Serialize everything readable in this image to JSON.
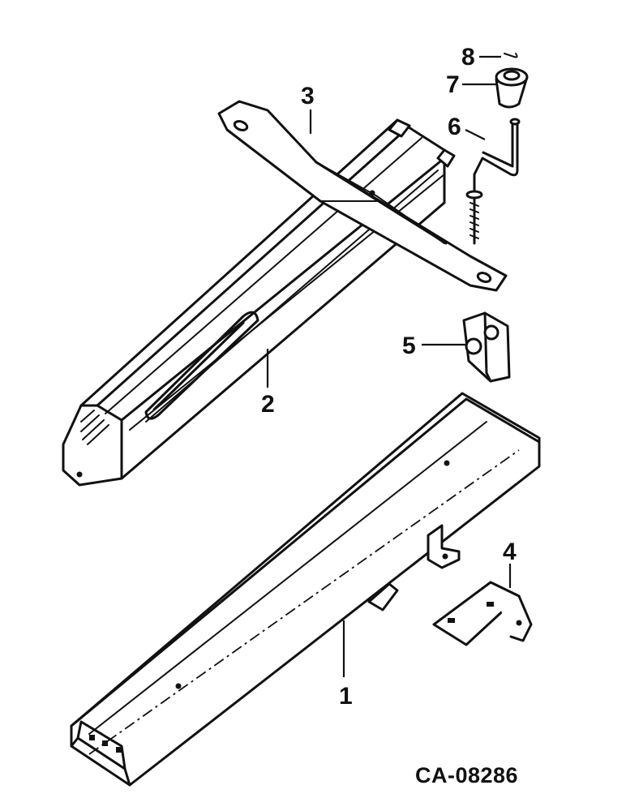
{
  "diagram": {
    "drawing_code": "CA-08286",
    "callouts": [
      {
        "id": "1",
        "text": "1"
      },
      {
        "id": "2",
        "text": "2"
      },
      {
        "id": "3",
        "text": "3"
      },
      {
        "id": "4",
        "text": "4"
      },
      {
        "id": "5",
        "text": "5"
      },
      {
        "id": "6",
        "text": "6"
      },
      {
        "id": "7",
        "text": "7"
      },
      {
        "id": "8",
        "text": "8"
      }
    ]
  }
}
